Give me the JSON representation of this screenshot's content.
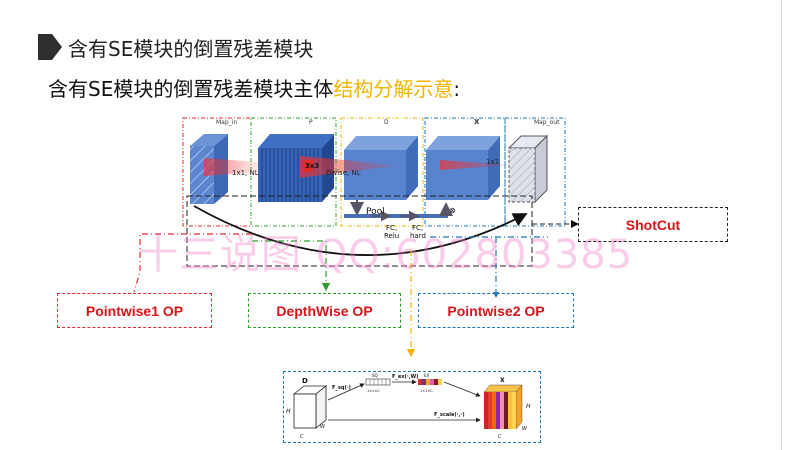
{
  "header": {
    "title": "含有SE模块的倒置残差模块",
    "subtitle_main": "含有SE模块的倒置残差模块主体",
    "subtitle_highlight": "结构分解示意",
    "subtitle_end": ":"
  },
  "diagram": {
    "stage_labels": {
      "map_in": "Map_in",
      "p": "P",
      "d": "D",
      "x": "X",
      "map_out": "Map_out"
    },
    "ops": {
      "conv1": "1x1, NL",
      "dw_kernel": "3x3",
      "dw": "Dwise, NL",
      "conv2": "1x1"
    },
    "se": {
      "pool": "Pool",
      "fc1": "FC,",
      "fc1b": "Relu",
      "fc2": "FC,",
      "fc2b": "hard",
      "mult": "⊗"
    },
    "shortcut": "ShotCut",
    "pointwise1": "Pointwise1 OP",
    "depthwise": "DepthWise OP",
    "pointwise2": "Pointwise2 OP",
    "watermark": "十三说图 QQ:602803385"
  },
  "se_block": {
    "d": "D",
    "x": "X",
    "h": "H",
    "w": "W",
    "c": "C",
    "fsq": "F_sq(·)",
    "fex": "F_ex(·,W)",
    "fscale": "F_scale(·,·)",
    "sq": "SQ",
    "ex": "EX",
    "dims": "1×1×C"
  },
  "colors": {
    "red": "#e3282e",
    "green": "#2ca02c",
    "blue": "#1f77b4",
    "orange": "#f2b400",
    "cube": "#4a7cc7",
    "cube_dark": "#2f5fa8",
    "accent_label": "#d7141a"
  }
}
